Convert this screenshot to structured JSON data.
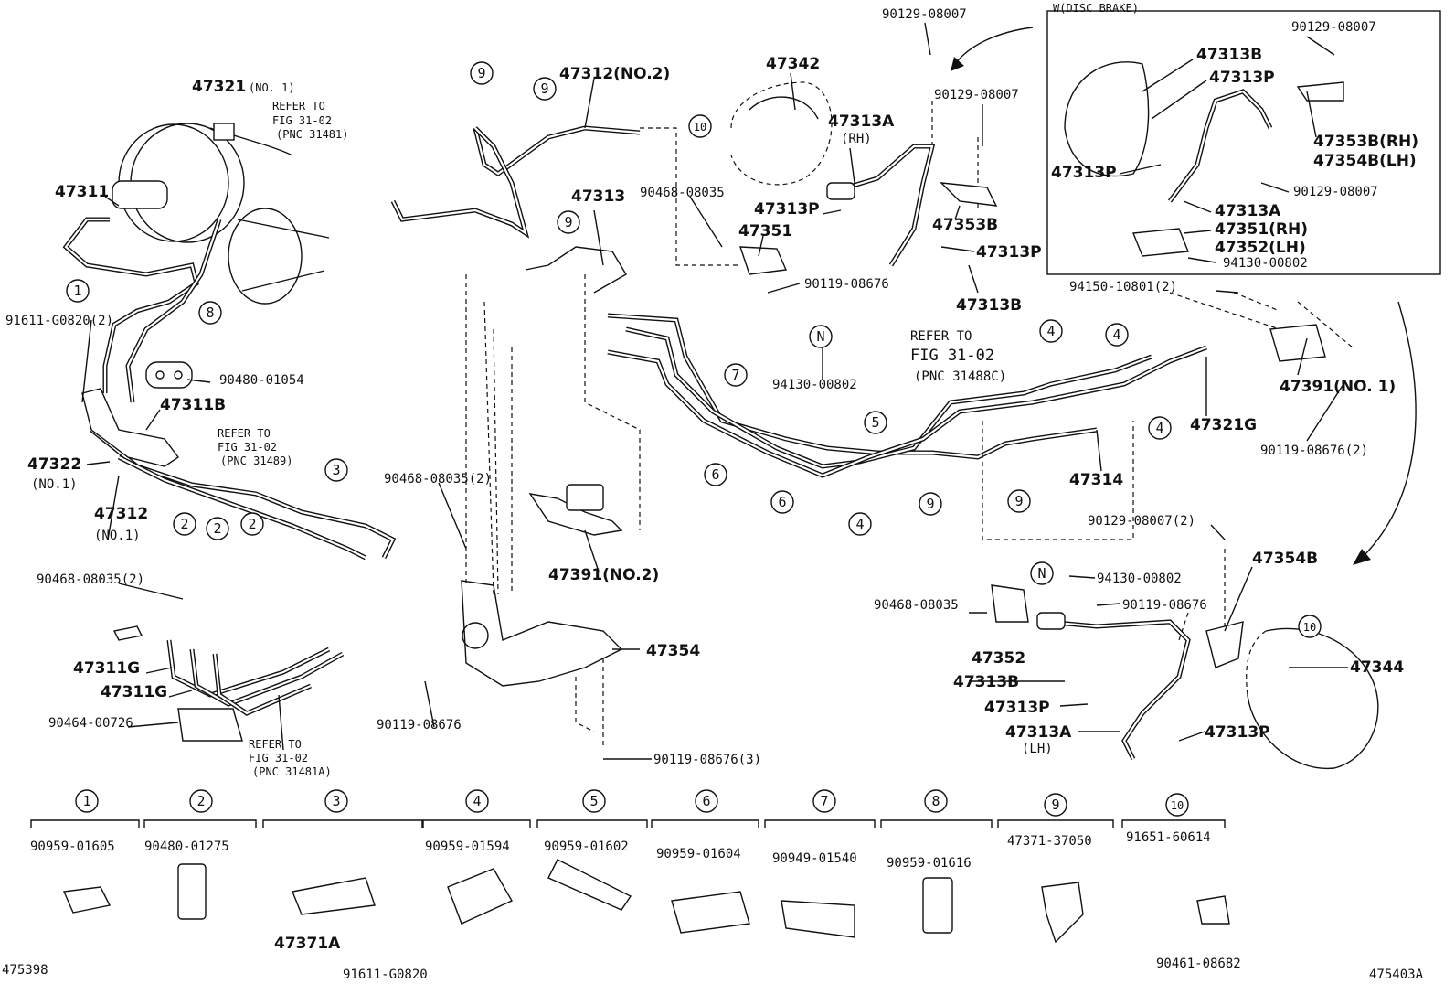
{
  "corner": {
    "left_id": "475398",
    "right_id": "475403A"
  },
  "inset_title": "W(DISC BRAKE)",
  "labels": {
    "p47321": "47321",
    "p47321_note": "(NO. 1)",
    "refer1_a": "REFER TO",
    "refer1_b": "FIG 31-02",
    "refer1_c": "(PNC 31481)",
    "p47311": "47311",
    "p91611_g0820_2": "91611-G0820(2)",
    "p90480_01054": "90480-01054",
    "p47311B": "47311B",
    "refer2_a": "REFER TO",
    "refer2_b": "FIG 31-02",
    "refer2_c": "(PNC 31489)",
    "p47322": "47322",
    "p47322_note": "(NO.1)",
    "p47312_no1": "47312",
    "p47312_no1_note": "(NO.1)",
    "p90468_08035_2a": "90468-08035(2)",
    "p47311G_a": "47311G",
    "p47311G_b": "47311G",
    "p90464_00726": "90464-00726",
    "refer3_a": "REFER TO",
    "refer3_b": "FIG 31-02",
    "refer3_c": "(PNC 31481A)",
    "p47312_no2": "47312(NO.2)",
    "p47313": "47313",
    "p90468_08035_2b": "90468-08035(2)",
    "p47391_no2": "47391(NO.2)",
    "p47354": "47354",
    "p90119_08676_a": "90119-08676",
    "p90119_08676_3": "90119-08676(3)",
    "p47342": "47342",
    "p90468_08035_a": "90468-08035",
    "p47351": "47351",
    "p90119_08676_b": "90119-08676",
    "p94130_00802_a": "94130-00802",
    "p90129_08007_a": "90129-08007",
    "p90129_08007_b": "90129-08007",
    "p47313A_rh": "47313A",
    "p47313A_rh_note": "(RH)",
    "p47313P_a": "47313P",
    "p47353B": "47353B",
    "p47313P_b": "47313P",
    "p47313B_a": "47313B",
    "refer4_a": "REFER TO",
    "refer4_b": "FIG 31-02",
    "refer4_c": "(PNC 31488C)",
    "p94150_10801_2": "94150-10801(2)",
    "p47391_no1": "47391(NO. 1)",
    "p47321G": "47321G",
    "p90119_08676_2": "90119-08676(2)",
    "p47314": "47314",
    "p90129_08007_2": "90129-08007(2)",
    "p47354B": "47354B",
    "p94130_00802_b": "94130-00802",
    "p90119_08676_c": "90119-08676",
    "p90468_08035_b": "90468-08035",
    "p47352": "47352",
    "p47313B_b": "47313B",
    "p47313P_c": "47313P",
    "p47313A_lh": "47313A",
    "p47313A_lh_note": "(LH)",
    "p47313P_d": "47313P",
    "p47344": "47344",
    "in_90129_08007_a": "90129-08007",
    "in_47313B": "47313B",
    "in_47313P_a": "47313P",
    "in_47353B": "47353B(RH)",
    "in_47354B": "47354B(LH)",
    "in_47313P_b": "47313P",
    "in_90129_08007_b": "90129-08007",
    "in_47313A": "47313A",
    "in_47351": "47351(RH)",
    "in_47352": "47352(LH)",
    "in_94130_00802": "94130-00802",
    "p47371A": "47371A",
    "p91611_g0820": "91611-G0820",
    "p90461_08682": "90461-08682"
  },
  "callouts": [
    "1",
    "2",
    "3",
    "4",
    "5",
    "6",
    "7",
    "8",
    "9",
    "10",
    "N"
  ],
  "legend": [
    {
      "num": "1",
      "part": "90959-01605"
    },
    {
      "num": "2",
      "part": "90480-01275"
    },
    {
      "num": "3",
      "part": ""
    },
    {
      "num": "4",
      "part": "90959-01594"
    },
    {
      "num": "5",
      "part": "90959-01602"
    },
    {
      "num": "6",
      "part": "90959-01604"
    },
    {
      "num": "7",
      "part": "90949-01540"
    },
    {
      "num": "8",
      "part": "90959-01616"
    },
    {
      "num": "9",
      "part": "47371-37050"
    },
    {
      "num": "10",
      "part": "91651-60614"
    }
  ]
}
